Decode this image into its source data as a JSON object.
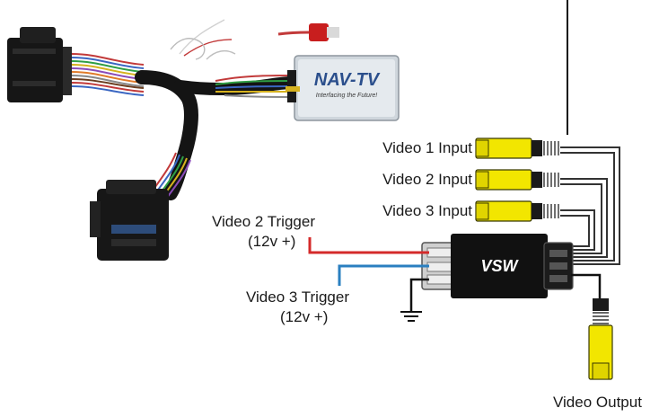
{
  "diagram": {
    "labels": {
      "video1_input": "Video 1 Input",
      "video2_input": "Video 2 Input",
      "video3_input": "Video 3 Input",
      "video2_trigger": "Video 2 Trigger",
      "video2_trigger_voltage": "(12v +)",
      "video3_trigger": "Video 3 Trigger",
      "video3_trigger_voltage": "(12v +)",
      "video_output": "Video Output",
      "vsw_module": "VSW"
    },
    "product": {
      "brand": "NAV-TV",
      "tagline": "Interfacing the Future!"
    },
    "colors": {
      "rca_yellow": "#f2e600",
      "trigger_red": "#d42a2a",
      "trigger_blue": "#2a7fc0",
      "module_black": "#111111",
      "wire_gray": "#444444"
    },
    "icons": [
      "ground-symbol-icon",
      "rca-connector-icon"
    ]
  }
}
